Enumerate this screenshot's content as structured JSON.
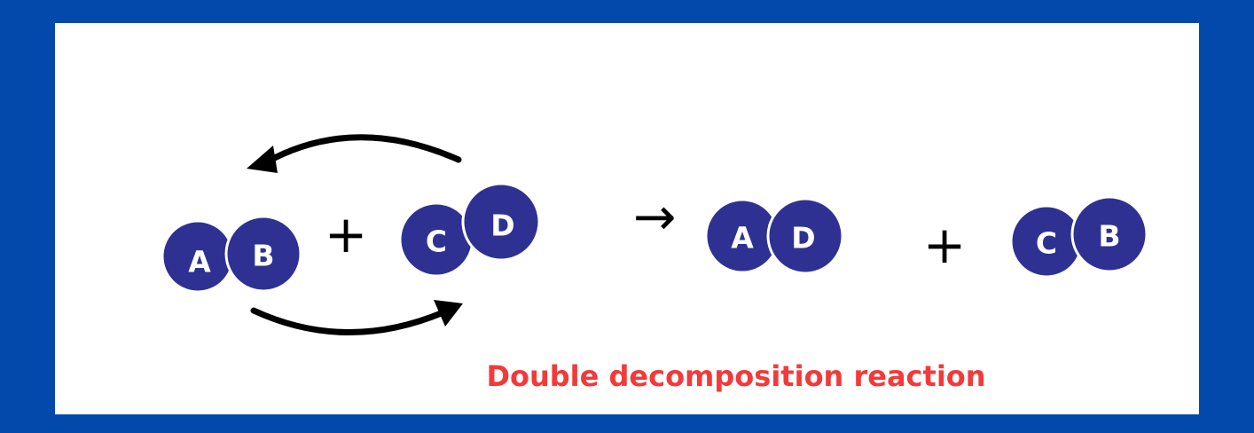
{
  "reactants": [
    {
      "atoms": [
        "A",
        "B"
      ]
    },
    {
      "atoms": [
        "C",
        "D"
      ]
    }
  ],
  "products": [
    {
      "atoms": [
        "A",
        "D"
      ]
    },
    {
      "atoms": [
        "C",
        "B"
      ]
    }
  ],
  "operators": {
    "plus": "+",
    "arrow": "→"
  },
  "caption": "Double decomposition reaction",
  "colors": {
    "border": "#0349ac",
    "atom_fill": "#2e3192",
    "caption": "#f23a3a"
  }
}
